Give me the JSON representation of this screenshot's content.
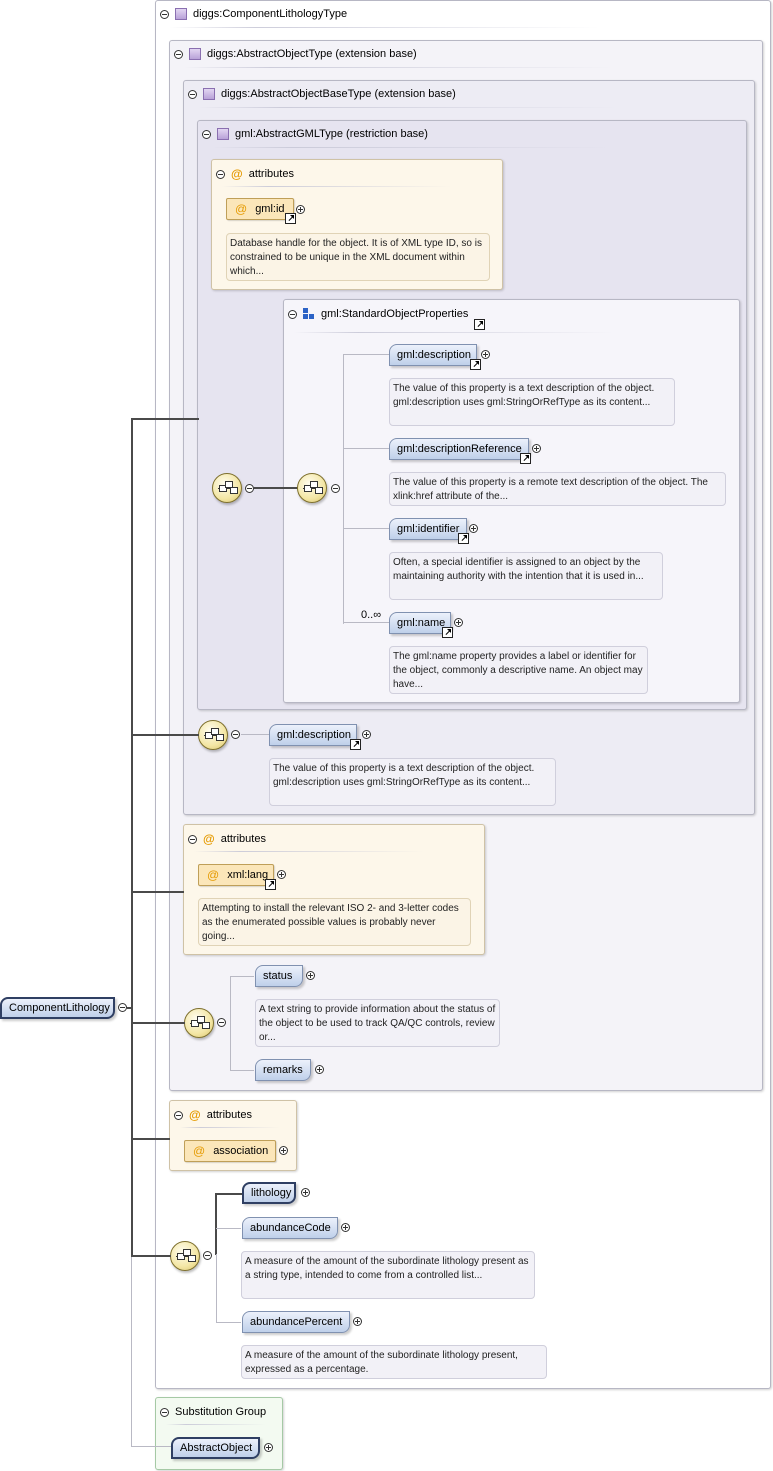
{
  "root": {
    "label": "ComponentLithology"
  },
  "types": {
    "component": "diggs:ComponentLithologyType",
    "abstract_object": "diggs:AbstractObjectType (extension base)",
    "abstract_object_base": "diggs:AbstractObjectBaseType (extension base)",
    "abstract_gml": "gml:AbstractGMLType (restriction base)"
  },
  "gml_attributes": {
    "header": "attributes",
    "id": {
      "name": "gml:id",
      "doc": "Database handle for the object. It is of XML type ID, so is constrained to be unique in the XML document within which..."
    }
  },
  "standard_props": {
    "header": "gml:StandardObjectProperties",
    "items": [
      {
        "name": "gml:description",
        "doc": "The value of this property is a text description of the object. gml:description uses gml:StringOrRefType as its content..."
      },
      {
        "name": "gml:descriptionReference",
        "doc": "The value of this property is a remote text description of the object. The xlink:href attribute of the..."
      },
      {
        "name": "gml:identifier",
        "doc": "Often, a special identifier is assigned to an object by the maintaining authority with the intention that it is used in..."
      },
      {
        "name": "gml:name",
        "doc": "The gml:name property provides a label or identifier for the object, commonly a descriptive name. An object may have...",
        "multiplicity": "0..∞"
      }
    ]
  },
  "base_description": {
    "name": "gml:description",
    "doc": "The value of this property is a text description of the object. gml:description uses gml:StringOrRefType as its content..."
  },
  "base_attributes": {
    "header": "attributes",
    "lang": {
      "name": "xml:lang",
      "doc": "Attempting to install the relevant ISO 2- and 3-letter codes as the enumerated possible values is probably never going..."
    }
  },
  "object_seq": {
    "status": {
      "name": "status",
      "doc": "A text string to provide information about the status of the object to be used to track QA/QC controls, review or..."
    },
    "remarks": {
      "name": "remarks"
    }
  },
  "component_attributes": {
    "header": "attributes",
    "association": "association"
  },
  "component_seq": {
    "lithology": {
      "name": "lithology"
    },
    "abundanceCode": {
      "name": "abundanceCode",
      "doc": "A measure of the amount of the subordinate lithology present as a string type, intended to come from a controlled list..."
    },
    "abundancePercent": {
      "name": "abundancePercent",
      "doc": "A measure of the amount of the subordinate lithology present, expressed as a percentage."
    }
  },
  "substitution": {
    "header": "Substitution Group",
    "item": "AbstractObject"
  },
  "icons": [
    "collapse-icon",
    "expand-icon",
    "complex-type-icon",
    "attribute-icon",
    "sequence-icon",
    "group-icon",
    "reference-arrow-icon"
  ],
  "colors": {
    "element_fill": "#bfd0ea",
    "attribute_fill": "#fbe6b9",
    "compositor_fill": "#f3e6a4",
    "substitution_fill": "#f3faf1"
  }
}
